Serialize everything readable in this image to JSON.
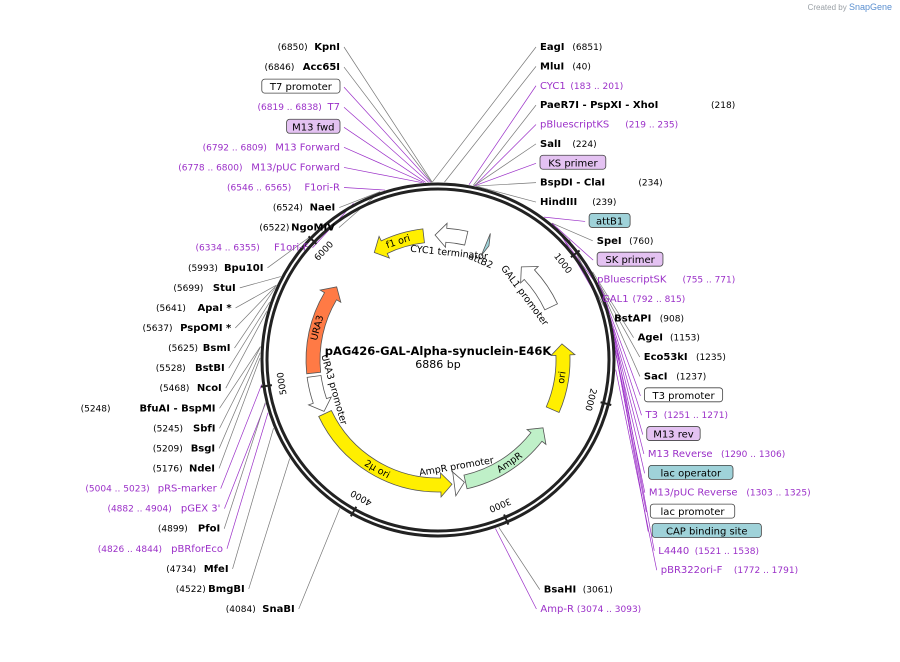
{
  "credit": {
    "prefix": "Created by",
    "brand": "SnapGene"
  },
  "plasmid": {
    "name": "pAG426-GAL-Alpha-synuclein-E46K",
    "size": "6886 bp",
    "total": 6886
  },
  "colors": {
    "enzyme": "#000000",
    "primer": "#9b30c8",
    "feature_line": "#9b30c8",
    "enzyme_line": "#777777",
    "yellow": "#ffef00",
    "orange": "#ff7a45",
    "green": "#bff0c8",
    "white": "#ffffff",
    "primer_box": "#e4c2f2",
    "blue_box": "#9fd2d9"
  },
  "ticks": [
    {
      "label": "1000",
      "pos": 1000
    },
    {
      "label": "2000",
      "pos": 2000
    },
    {
      "label": "3000",
      "pos": 3000
    },
    {
      "label": "4000",
      "pos": 4000
    },
    {
      "label": "5000",
      "pos": 5000
    },
    {
      "label": "6000",
      "pos": 6000
    }
  ],
  "left_labels": [
    {
      "num": "(6850)",
      "name": "KpnI",
      "kind": "enzyme",
      "pos": 6850
    },
    {
      "num": "(6846)",
      "name": "Acc65I",
      "kind": "enzyme",
      "pos": 6846
    },
    {
      "num": "",
      "name": "T7 promoter",
      "kind": "box-white",
      "pos": 6840
    },
    {
      "num": "(6819 .. 6838)",
      "name": "T7",
      "kind": "primer",
      "pos": 6828
    },
    {
      "num": "",
      "name": "M13 fwd",
      "kind": "box-primer",
      "pos": 6810
    },
    {
      "num": "(6792 .. 6809)",
      "name": "M13 Forward",
      "kind": "primer",
      "pos": 6800
    },
    {
      "num": "(6778 .. 6800)",
      "name": "M13/pUC Forward",
      "kind": "primer",
      "pos": 6789
    },
    {
      "num": "(6546 .. 6565)",
      "name": "F1ori-R",
      "kind": "primer",
      "pos": 6555
    },
    {
      "num": "(6524)",
      "name": "NaeI",
      "kind": "enzyme",
      "pos": 6524
    },
    {
      "num": "(6522)",
      "name": "NgoMIV",
      "kind": "enzyme",
      "pos": 6522
    },
    {
      "num": "(6334 .. 6355)",
      "name": "F1ori-F",
      "kind": "primer",
      "pos": 6344
    },
    {
      "num": "(5993)",
      "name": "Bpu10I",
      "kind": "enzyme",
      "pos": 5993
    },
    {
      "num": "(5699)",
      "name": "StuI",
      "kind": "enzyme",
      "pos": 5699
    },
    {
      "num": "(5641)",
      "name": "ApaI *",
      "kind": "enzyme",
      "pos": 5641
    },
    {
      "num": "(5637)",
      "name": "PspOMI *",
      "kind": "enzyme",
      "pos": 5637
    },
    {
      "num": "(5625)",
      "name": "BsmI",
      "kind": "enzyme",
      "pos": 5625
    },
    {
      "num": "(5528)",
      "name": "BstBI",
      "kind": "enzyme",
      "pos": 5528
    },
    {
      "num": "(5468)",
      "name": "NcoI",
      "kind": "enzyme",
      "pos": 5468
    },
    {
      "num": "(5248)",
      "name": "BfuAI  -  BspMI",
      "kind": "enzyme",
      "pos": 5248
    },
    {
      "num": "(5245)",
      "name": "SbfI",
      "kind": "enzyme",
      "pos": 5245
    },
    {
      "num": "(5209)",
      "name": "BsgI",
      "kind": "enzyme",
      "pos": 5209
    },
    {
      "num": "(5176)",
      "name": "NdeI",
      "kind": "enzyme",
      "pos": 5176
    },
    {
      "num": "(5004 .. 5023)",
      "name": "pRS-marker",
      "kind": "primer",
      "pos": 5013
    },
    {
      "num": "(4882 .. 4904)",
      "name": "pGEX 3'",
      "kind": "primer",
      "pos": 4893
    },
    {
      "num": "(4899)",
      "name": "PfoI",
      "kind": "enzyme",
      "pos": 4899
    },
    {
      "num": "(4826 .. 4844)",
      "name": "pBRforEco",
      "kind": "primer",
      "pos": 4835
    },
    {
      "num": "(4734)",
      "name": "MfeI",
      "kind": "enzyme",
      "pos": 4734
    },
    {
      "num": "(4522)",
      "name": "BmgBI",
      "kind": "enzyme",
      "pos": 4522
    },
    {
      "num": "(4084)",
      "name": "SnaBI",
      "kind": "enzyme",
      "pos": 4084
    }
  ],
  "right_labels": [
    {
      "name": "EagI",
      "num": "(6851)",
      "kind": "enzyme",
      "pos": 6851
    },
    {
      "name": "MluI",
      "num": "(40)",
      "kind": "enzyme",
      "pos": 40
    },
    {
      "name": "CYC1",
      "num": "(183 .. 201)",
      "kind": "primer",
      "pos": 192
    },
    {
      "name": "PaeR7I  -  PspXI  -  XhoI",
      "num": "(218)",
      "kind": "enzyme",
      "pos": 218
    },
    {
      "name": "pBluescriptKS",
      "num": "(219 .. 235)",
      "kind": "primer",
      "pos": 227
    },
    {
      "name": "SalI",
      "num": "(224)",
      "kind": "enzyme",
      "pos": 224
    },
    {
      "name": "KS primer",
      "num": "",
      "kind": "box-primer",
      "pos": 227
    },
    {
      "name": "BspDI  -  ClaI",
      "num": "(234)",
      "kind": "enzyme",
      "pos": 234
    },
    {
      "name": "HindIII",
      "num": "(239)",
      "kind": "enzyme",
      "pos": 239
    },
    {
      "name": "attB1",
      "num": "",
      "kind": "box-blue",
      "pos": 700
    },
    {
      "name": "SpeI",
      "num": "(760)",
      "kind": "enzyme",
      "pos": 760
    },
    {
      "name": "SK primer",
      "num": "",
      "kind": "box-primer",
      "pos": 763
    },
    {
      "name": "pBluescriptSK",
      "num": "(755 .. 771)",
      "kind": "primer",
      "pos": 763
    },
    {
      "name": "GAL1",
      "num": "(792 .. 815)",
      "kind": "primer",
      "pos": 803
    },
    {
      "name": "BstAPI",
      "num": "(908)",
      "kind": "enzyme",
      "pos": 908
    },
    {
      "name": "AgeI",
      "num": "(1153)",
      "kind": "enzyme",
      "pos": 1153
    },
    {
      "name": "Eco53kI",
      "num": "(1235)",
      "kind": "enzyme",
      "pos": 1235
    },
    {
      "name": "SacI",
      "num": "(1237)",
      "kind": "enzyme",
      "pos": 1237
    },
    {
      "name": "T3 promoter",
      "num": "",
      "kind": "box-white",
      "pos": 1245
    },
    {
      "name": "T3",
      "num": "(1251 .. 1271)",
      "kind": "primer",
      "pos": 1261
    },
    {
      "name": "M13 rev",
      "num": "",
      "kind": "box-primer",
      "pos": 1280
    },
    {
      "name": "M13 Reverse",
      "num": "(1290 .. 1306)",
      "kind": "primer",
      "pos": 1298
    },
    {
      "name": "lac operator",
      "num": "",
      "kind": "box-blue",
      "pos": 1310
    },
    {
      "name": "M13/pUC Reverse",
      "num": "(1303 .. 1325)",
      "kind": "primer",
      "pos": 1314
    },
    {
      "name": "lac promoter",
      "num": "",
      "kind": "box-white",
      "pos": 1340
    },
    {
      "name": "CAP binding site",
      "num": "",
      "kind": "box-blue",
      "pos": 1375
    },
    {
      "name": "L4440",
      "num": "(1521 .. 1538)",
      "kind": "primer",
      "pos": 1529
    },
    {
      "name": "pBR322ori-F",
      "num": "(1772 .. 1791)",
      "kind": "primer",
      "pos": 1781
    },
    {
      "name": "BsaHI",
      "num": "(3061)",
      "kind": "enzyme",
      "pos": 3061
    },
    {
      "name": "Amp-R",
      "num": "(3074 .. 3093)",
      "kind": "primer",
      "pos": 3083
    }
  ],
  "features": [
    {
      "name": "f1 ori",
      "start": 6300,
      "end": 6760,
      "dir": -1,
      "color": "#ffef00",
      "r": 160,
      "label_inside": true
    },
    {
      "name": "CYC1 terminator",
      "start": 6860,
      "end": 250,
      "dir": -1,
      "color": "#ffffff",
      "r": 160,
      "label_inside": false
    },
    {
      "name": "attB2",
      "start": 430,
      "end": 460,
      "dir": 1,
      "color": "#9fd2d9",
      "r": 160,
      "label_inside": false
    },
    {
      "name": "GAL1 promoter",
      "start": 800,
      "end": 1240,
      "dir": -1,
      "color": "#ffffff",
      "r": 160,
      "label_inside": false
    },
    {
      "name": "ori",
      "start": 1580,
      "end": 2170,
      "dir": -1,
      "color": "#ffef00",
      "r": 160,
      "label_inside": true
    },
    {
      "name": "AmpR",
      "start": 2350,
      "end": 3200,
      "dir": -1,
      "color": "#bff0c8",
      "r": 160,
      "label_inside": true
    },
    {
      "name": "AmpR promoter",
      "start": 3210,
      "end": 3300,
      "dir": -1,
      "color": "#ffffff",
      "r": 160,
      "label_inside": false
    },
    {
      "name": "2µ ori",
      "start": 3320,
      "end": 4680,
      "dir": -1,
      "color": "#ffef00",
      "r": 160,
      "label_inside": true
    },
    {
      "name": "URA3 promoter",
      "start": 4700,
      "end": 5020,
      "dir": -1,
      "color": "#ffffff",
      "r": 160,
      "label_inside": false
    },
    {
      "name": "URA3",
      "start": 5050,
      "end": 5850,
      "dir": 1,
      "color": "#ff7a45",
      "r": 160,
      "label_inside": true
    }
  ]
}
